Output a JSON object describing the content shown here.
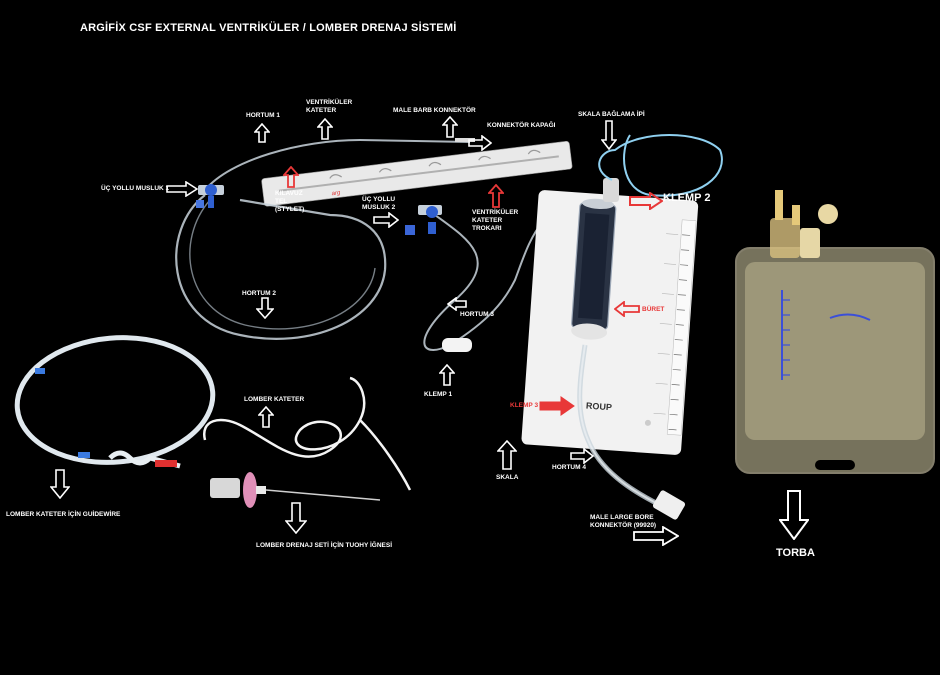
{
  "title": "ARGİFİX CSF EXTERNAL VENTRİKÜLER / LOMBER DRENAJ SİSTEMİ",
  "labels": {
    "hortum1": "HORTUM 1",
    "ventrikuler_kateter": "VENTRİKÜLER KATETER",
    "male_barb": "MALE BARB KONNEKTÖR",
    "konnektor_kapagi": "KONNEKTÖR KAPAĞI",
    "skala_baglama": "SKALA BAĞLAMA İPİ",
    "klemp2": "KLEMP 2",
    "uc_yollu_1": "ÜÇ YOLLU MUSLUK 1",
    "kilavuz_tel": "KILAVUZ TEL (STYLET)",
    "uc_yollu_2": "ÜÇ YOLLU MUSLUK 2",
    "ventrikuler_trokari": "VENTRİKÜLER KATETER TROKARI",
    "buret": "BÜRET",
    "hortum2": "HORTUM 2",
    "hortum3": "HORTUM 3",
    "klemp1": "KLEMP 1",
    "klemp3": "KLEMP 3",
    "lomber_kateter": "LOMBER KATETER",
    "hortum4": "HORTUM 4",
    "skala": "SKALA",
    "male_large": "MALE LARGE BORE KONNEKTÖR (99920)",
    "guidewire": "LOMBER KATETER İÇİN GUİDEWİRE",
    "tuohy": "LOMBER DRENAJ SETİ İÇİN TUOHY İĞNESİ",
    "torba": "TORBA"
  },
  "device_text": {
    "brand_fragment": "ROUP"
  },
  "colors": {
    "background": "#000000",
    "label": "#ffffff",
    "accent_red": "#e83838",
    "stopcock_blue": "#2f5fd0",
    "tube": "#c9d4dc",
    "scale_board": "#f2f2f2",
    "bag": "#d8cfa8",
    "cord_blue": "#8fd0f0"
  }
}
